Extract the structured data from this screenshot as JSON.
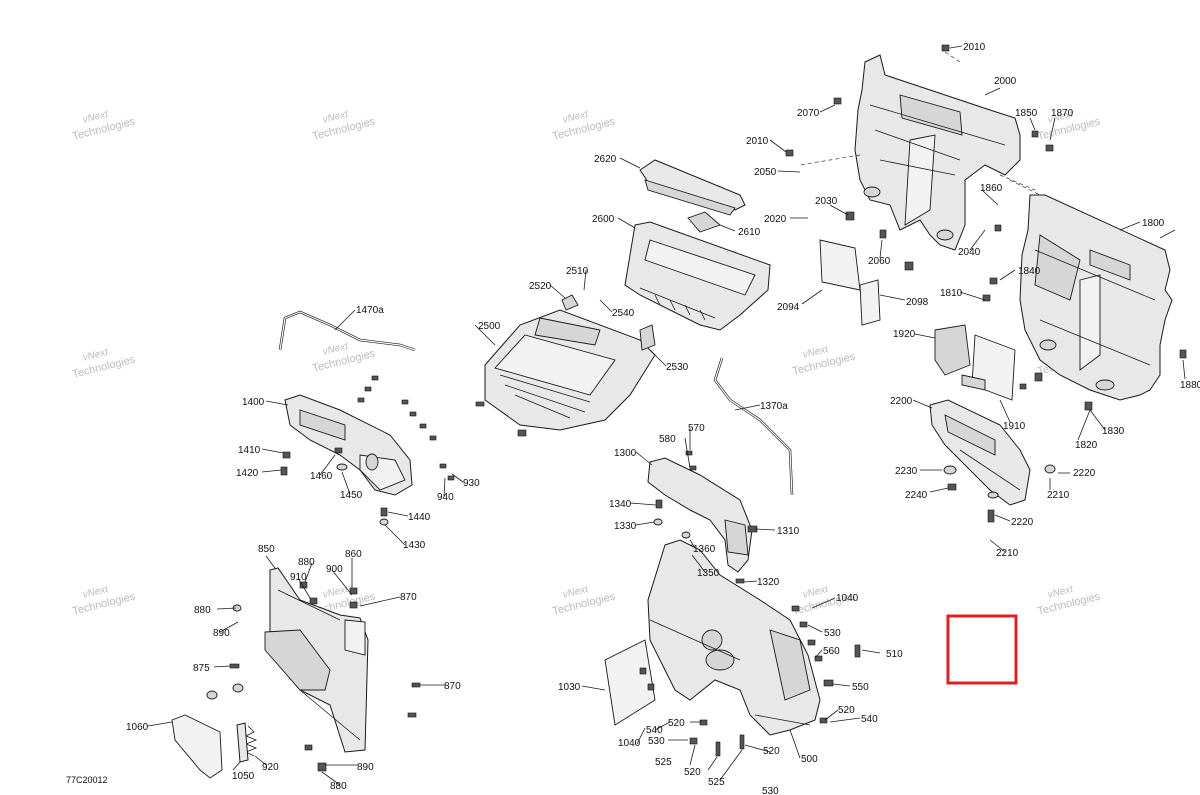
{
  "diagram": {
    "reference_code": "77C20012",
    "watermark": {
      "line1": "vNext",
      "line2": "Technologies"
    },
    "highlight_color": "#e02020",
    "callouts": [
      {
        "id": "2010a",
        "text": "2010"
      },
      {
        "id": "2000",
        "text": "2000"
      },
      {
        "id": "2070",
        "text": "2070"
      },
      {
        "id": "1850",
        "text": "1850"
      },
      {
        "id": "1870",
        "text": "1870"
      },
      {
        "id": "2010b",
        "text": "2010"
      },
      {
        "id": "2050",
        "text": "2050"
      },
      {
        "id": "1860",
        "text": "1860"
      },
      {
        "id": "2030",
        "text": "2030"
      },
      {
        "id": "2020",
        "text": "2020"
      },
      {
        "id": "1800",
        "text": "1800"
      },
      {
        "id": "2040",
        "text": "2040"
      },
      {
        "id": "2060",
        "text": "2060"
      },
      {
        "id": "1840",
        "text": "1840"
      },
      {
        "id": "2094",
        "text": "2094"
      },
      {
        "id": "2098",
        "text": "2098"
      },
      {
        "id": "1810",
        "text": "1810"
      },
      {
        "id": "1920",
        "text": "1920"
      },
      {
        "id": "1880",
        "text": "1880"
      },
      {
        "id": "2200",
        "text": "2200"
      },
      {
        "id": "1910",
        "text": "1910"
      },
      {
        "id": "1820",
        "text": "1820"
      },
      {
        "id": "1830",
        "text": "1830"
      },
      {
        "id": "2230",
        "text": "2230"
      },
      {
        "id": "2220a",
        "text": "2220"
      },
      {
        "id": "2240",
        "text": "2240"
      },
      {
        "id": "2210a",
        "text": "2210"
      },
      {
        "id": "2220b",
        "text": "2220"
      },
      {
        "id": "2210b",
        "text": "2210"
      },
      {
        "id": "2620",
        "text": "2620"
      },
      {
        "id": "2600",
        "text": "2600"
      },
      {
        "id": "2610",
        "text": "2610"
      },
      {
        "id": "2510",
        "text": "2510"
      },
      {
        "id": "2520",
        "text": "2520"
      },
      {
        "id": "2540",
        "text": "2540"
      },
      {
        "id": "2500",
        "text": "2500"
      },
      {
        "id": "2530",
        "text": "2530"
      },
      {
        "id": "1470a",
        "text": "1470a"
      },
      {
        "id": "1400",
        "text": "1400"
      },
      {
        "id": "1410",
        "text": "1410"
      },
      {
        "id": "1420",
        "text": "1420"
      },
      {
        "id": "1460",
        "text": "1460"
      },
      {
        "id": "1450",
        "text": "1450"
      },
      {
        "id": "940",
        "text": "940"
      },
      {
        "id": "930",
        "text": "930"
      },
      {
        "id": "1440",
        "text": "1440"
      },
      {
        "id": "1430",
        "text": "1430"
      },
      {
        "id": "1370a",
        "text": "1370a"
      },
      {
        "id": "570",
        "text": "570"
      },
      {
        "id": "580",
        "text": "580"
      },
      {
        "id": "1300",
        "text": "1300"
      },
      {
        "id": "1340",
        "text": "1340"
      },
      {
        "id": "1330",
        "text": "1330"
      },
      {
        "id": "1310",
        "text": "1310"
      },
      {
        "id": "1360",
        "text": "1360"
      },
      {
        "id": "1350",
        "text": "1350"
      },
      {
        "id": "1320",
        "text": "1320"
      },
      {
        "id": "1040a",
        "text": "1040"
      },
      {
        "id": "530a",
        "text": "530"
      },
      {
        "id": "560",
        "text": "560"
      },
      {
        "id": "510",
        "text": "510"
      },
      {
        "id": "550",
        "text": "550"
      },
      {
        "id": "1030",
        "text": "1030"
      },
      {
        "id": "520a",
        "text": "520"
      },
      {
        "id": "540a",
        "text": "540"
      },
      {
        "id": "540b",
        "text": "540"
      },
      {
        "id": "520b",
        "text": "520"
      },
      {
        "id": "530b",
        "text": "530"
      },
      {
        "id": "1040b",
        "text": "1040"
      },
      {
        "id": "520c",
        "text": "520"
      },
      {
        "id": "525a",
        "text": "525"
      },
      {
        "id": "500",
        "text": "500"
      },
      {
        "id": "520d",
        "text": "520"
      },
      {
        "id": "525b",
        "text": "525"
      },
      {
        "id": "530c",
        "text": "530"
      },
      {
        "id": "850",
        "text": "850"
      },
      {
        "id": "880a",
        "text": "880"
      },
      {
        "id": "860",
        "text": "860"
      },
      {
        "id": "910",
        "text": "910"
      },
      {
        "id": "900",
        "text": "900"
      },
      {
        "id": "870a",
        "text": "870"
      },
      {
        "id": "880b",
        "text": "880"
      },
      {
        "id": "890a",
        "text": "890"
      },
      {
        "id": "875",
        "text": "875"
      },
      {
        "id": "870b",
        "text": "870"
      },
      {
        "id": "1060",
        "text": "1060"
      },
      {
        "id": "1050",
        "text": "1050"
      },
      {
        "id": "920",
        "text": "920"
      },
      {
        "id": "890b",
        "text": "890"
      },
      {
        "id": "880c",
        "text": "880"
      }
    ]
  }
}
